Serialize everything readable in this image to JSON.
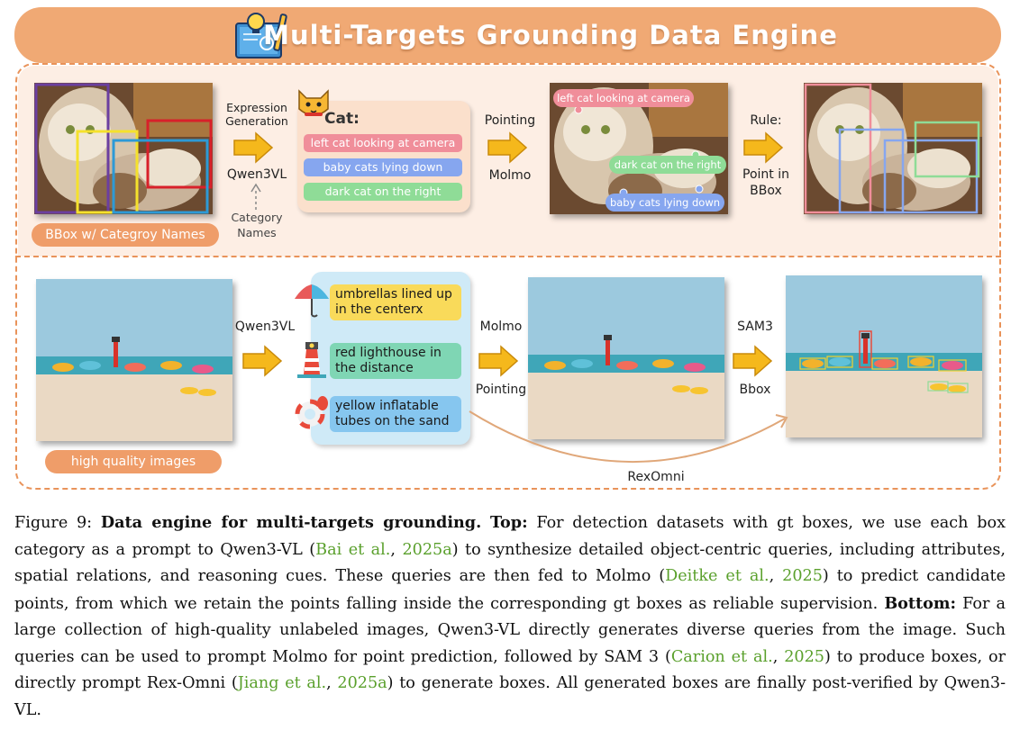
{
  "banner": {
    "title": "Multi-Targets Grounding Data Engine"
  },
  "top": {
    "image_label": "BBox w/ Categroy Names",
    "expr_gen_line1": "Expression",
    "expr_gen_line2": "Generation",
    "model1": "Qwen3VL",
    "category_line1": "Category",
    "category_line2": "Names",
    "card_title": "Cat:",
    "queries": [
      "left cat looking at camera",
      "baby cats lying down",
      "dark cat on the right"
    ],
    "pointing": "Pointing",
    "model2": "Molmo",
    "point_labels": [
      "left cat looking at camera",
      "dark cat on the right",
      "baby cats lying down"
    ],
    "rule": "Rule:",
    "point_in_line1": "Point in",
    "point_in_line2": "BBox"
  },
  "bottom": {
    "model1": "Qwen3VL",
    "queries": [
      {
        "line1": "umbrellas lined up",
        "line2": "in the centerx"
      },
      {
        "line1": "red lighthouse in",
        "line2": "the distance"
      },
      {
        "line1": "yellow inflatable",
        "line2": "tubes on the sand"
      }
    ],
    "molmo": "Molmo",
    "pointing": "Pointing",
    "sam": "SAM3",
    "bbox": "Bbox",
    "rexomni": "RexOmni",
    "image_label": "high quality images"
  },
  "caption": {
    "fig": "Figure 9: ",
    "bold_title": "Data engine for multi-targets grounding.",
    "top_label": "Top:",
    "t1": " For detection datasets with gt boxes, we use each box category as a prompt to Qwen3-VL (",
    "c1a": "Bai et al.",
    "c1b": "2025a",
    "t2": ") to synthesize detailed object-centric queries, including attributes, spatial relations, and reasoning cues. These queries are then fed to Molmo (",
    "c2a": "Deitke et al.",
    "c2b": "2025",
    "t3": ") to predict candidate points, from which we retain the points falling inside the corresponding gt boxes as reliable supervision. ",
    "bottom_label": "Bottom:",
    "t4": " For a large collection of high-quality unlabeled images, Qwen3-VL directly generates diverse queries from the image. Such queries can be used to prompt Molmo for point prediction, followed by SAM 3 (",
    "c3a": "Carion et al.",
    "c3b": "2025",
    "t5": ") to produce boxes, or directly prompt Rex-Omni (",
    "c4a": "Jiang et al.",
    "c4b": "2025a",
    "t6": ") to generate boxes. All generated boxes are finally post-verified by Qwen3-VL.",
    "comma": ", "
  },
  "colors": {
    "accent": "#f0a974",
    "arrow": "#f5b81c",
    "pink": "#f08e9a",
    "blue": "#86a6ef",
    "green": "#8fdc97"
  }
}
